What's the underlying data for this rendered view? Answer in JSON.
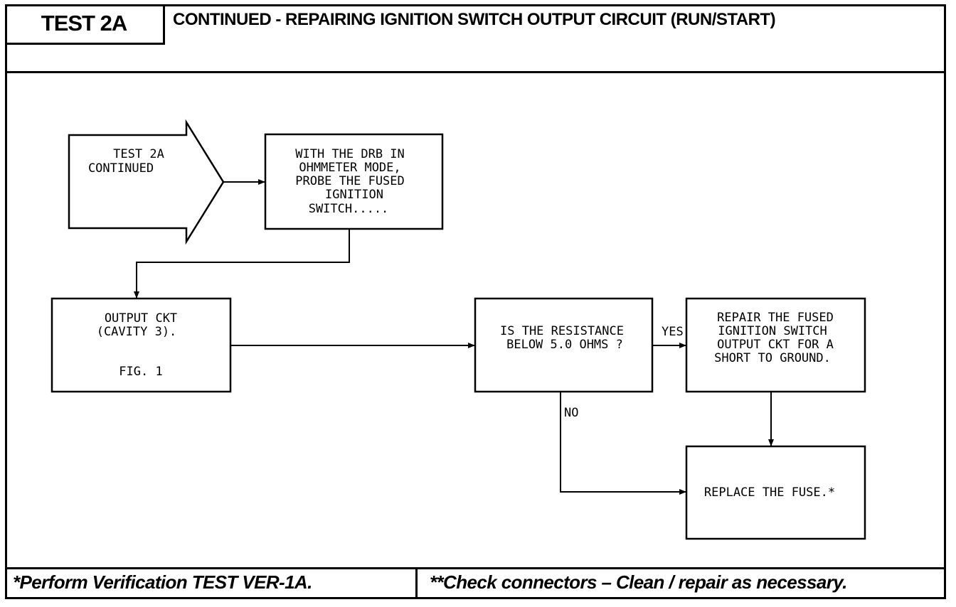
{
  "header": {
    "test_label": "TEST 2A",
    "title": "CONTINUED -  REPAIRING IGNITION SWITCH OUTPUT CIRCUIT (RUN/START)"
  },
  "diagram": {
    "start_arrow": {
      "lines": [
        "TEST 2A",
        "CONTINUED"
      ]
    },
    "probe_box": {
      "lines": [
        "WITH THE DRB IN",
        "OHMMETER MODE,",
        "PROBE THE FUSED",
        "IGNITION",
        "SWITCH....."
      ]
    },
    "output_box": {
      "lines": [
        "OUTPUT CKT",
        "(CAVITY 3).",
        "FIG. 1"
      ]
    },
    "decision_box": {
      "lines": [
        "IS THE RESISTANCE",
        "BELOW 5.0 OHMS ?"
      ]
    },
    "repair_box": {
      "lines": [
        "REPAIR THE FUSED",
        "IGNITION SWITCH",
        "OUTPUT CKT FOR A",
        "SHORT TO GROUND."
      ]
    },
    "replace_box": {
      "lines": [
        "REPLACE THE FUSE.*"
      ]
    },
    "yes_label": "YES",
    "no_label": "NO"
  },
  "footer": {
    "left_note": "*Perform Verification TEST VER-1A.",
    "right_note": "**Check connectors – Clean / repair as necessary."
  }
}
